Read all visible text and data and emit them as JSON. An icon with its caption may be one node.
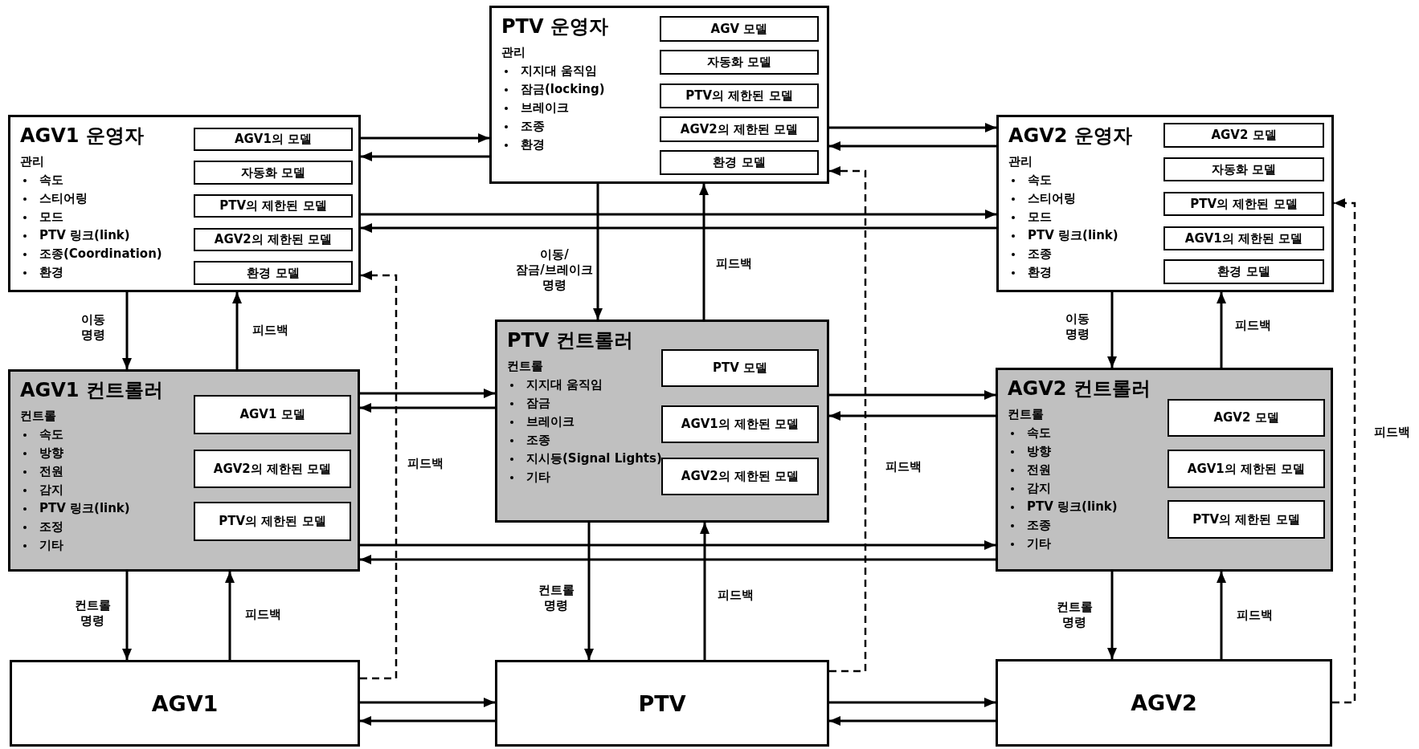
{
  "diagram": {
    "nodes": [
      {
        "text": [
          "PTV 운영자",
          "관리",
          "지지대 움직임",
          "잠금(locking)",
          "브레이크",
          "조종",
          "환경"
        ]
      },
      {
        "text": [
          "AGV 모델"
        ],
        "in": 0
      },
      {
        "text": [
          "자동화 모델"
        ],
        "in": 0
      },
      {
        "text": [
          "PTV의 제한된 모델"
        ],
        "in": 0
      },
      {
        "text": [
          "AGV2의 제한된 모델"
        ],
        "in": 0
      },
      {
        "text": [
          "환경 모델"
        ],
        "in": 0
      },
      {
        "text": [
          "AGV1 운영자",
          "관리",
          "속도",
          "스티어링",
          "모드",
          "PTV 링크(link)",
          "조종(Coordination)",
          "환경"
        ]
      },
      {
        "text": [
          "AGV1의 모델"
        ],
        "in": 6
      },
      {
        "text": [
          "자동화 모델"
        ],
        "in": 6
      },
      {
        "text": [
          "PTV의 제한된 모델"
        ],
        "in": 6
      },
      {
        "text": [
          "AGV2의 제한된 모델"
        ],
        "in": 6
      },
      {
        "text": [
          "환경 모델"
        ],
        "in": 6
      },
      {
        "text": [
          "AGV2 운영자",
          "관리",
          "속도",
          "스티어링",
          "모드",
          "PTV 링크(link)",
          "조종",
          "환경"
        ]
      },
      {
        "text": [
          "AGV2 모델"
        ],
        "in": 12
      },
      {
        "text": [
          "자동화 모델"
        ],
        "in": 12
      },
      {
        "text": [
          "PTV의 제한된 모델"
        ],
        "in": 12
      },
      {
        "text": [
          "AGV1의 제한된 모델"
        ],
        "in": 12
      },
      {
        "text": [
          "환경 모델"
        ],
        "in": 12
      },
      {
        "text": [
          "PTV 컨트롤러",
          "컨트롤",
          "지지대 움직임",
          "잠금",
          "브레이크",
          "조종",
          "지시등(Signal Lights)",
          "기타"
        ]
      },
      {
        "text": [
          "PTV 모델"
        ],
        "in": 18
      },
      {
        "text": [
          "AGV1의 제한된 모델"
        ],
        "in": 18
      },
      {
        "text": [
          "AGV2의 제한된 모델"
        ],
        "in": 18
      },
      {
        "text": [
          "AGV1 컨트롤러",
          "컨트롤",
          "속도",
          "방향",
          "전원",
          "감지",
          "PTV 링크(link)",
          "조정",
          "기타"
        ]
      },
      {
        "text": [
          "AGV1 모델"
        ],
        "in": 22
      },
      {
        "text": [
          "AGV2의 제한된 모델"
        ],
        "in": 22
      },
      {
        "text": [
          "PTV의 제한된 모델"
        ],
        "in": 22
      },
      {
        "text": [
          "AGV2 컨트롤러",
          "컨트롤",
          "속도",
          "방향",
          "전원",
          "감지",
          "PTV 링크(link)",
          "조종",
          "기타"
        ]
      },
      {
        "text": [
          "AGV2 모델"
        ],
        "in": 26
      },
      {
        "text": [
          "AGV1의 제한된 모델"
        ],
        "in": 26
      },
      {
        "text": [
          "PTV의 제한된 모델"
        ],
        "in": 26
      },
      {
        "text": [
          "AGV1"
        ]
      },
      {
        "text": [
          "PTV"
        ]
      },
      {
        "text": [
          "AGV2"
        ]
      }
    ],
    "edges": [
      {
        "from": 6,
        "to": 0,
        "arrow": "to"
      },
      {
        "from": 0,
        "to": 6,
        "arrow": "to"
      },
      {
        "from": 0,
        "to": 12,
        "arrow": "to"
      },
      {
        "from": 12,
        "to": 0,
        "arrow": "to"
      },
      {
        "from": 6,
        "to": 12,
        "arrow": "to"
      },
      {
        "from": 12,
        "to": 6,
        "arrow": "to"
      },
      {
        "from": 6,
        "to": 22,
        "arrow": "to",
        "label": "이동 명령"
      },
      {
        "from": 22,
        "to": 6,
        "arrow": "to",
        "label": "피드백"
      },
      {
        "from": 0,
        "to": 18,
        "arrow": "to",
        "label": "이동/ 잠금/브레이크 명령"
      },
      {
        "from": 18,
        "to": 0,
        "arrow": "to",
        "label": "피드백"
      },
      {
        "from": 12,
        "to": 26,
        "arrow": "to",
        "label": "이동 명령"
      },
      {
        "from": 26,
        "to": 12,
        "arrow": "to",
        "label": "피드백"
      },
      {
        "from": 22,
        "to": 18,
        "arrow": "to"
      },
      {
        "from": 18,
        "to": 22,
        "arrow": "to"
      },
      {
        "from": 18,
        "to": 26,
        "arrow": "to"
      },
      {
        "from": 26,
        "to": 18,
        "arrow": "to"
      },
      {
        "from": 22,
        "to": 26,
        "arrow": "to"
      },
      {
        "from": 26,
        "to": 22,
        "arrow": "to"
      },
      {
        "from": 22,
        "to": 30,
        "arrow": "to",
        "label": "컨트롤 명령"
      },
      {
        "from": 30,
        "to": 22,
        "arrow": "to",
        "label": "피드백"
      },
      {
        "from": 18,
        "to": 31,
        "arrow": "to",
        "label": "컨트롤 명령"
      },
      {
        "from": 31,
        "to": 18,
        "arrow": "to",
        "label": "피드백"
      },
      {
        "from": 26,
        "to": 32,
        "arrow": "to",
        "label": "컨트롤 명령"
      },
      {
        "from": 32,
        "to": 26,
        "arrow": "to",
        "label": "피드백"
      },
      {
        "from": 30,
        "to": 31,
        "arrow": "to"
      },
      {
        "from": 31,
        "to": 30,
        "arrow": "to"
      },
      {
        "from": 31,
        "to": 32,
        "arrow": "to"
      },
      {
        "from": 32,
        "to": 31,
        "arrow": "to"
      },
      {
        "from": 30,
        "to": 6,
        "arrow": "to",
        "style": "dashed",
        "label": "피드백"
      },
      {
        "from": 31,
        "to": 0,
        "arrow": "to",
        "style": "dashed",
        "label": "피드백"
      },
      {
        "from": 32,
        "to": 12,
        "arrow": "to",
        "style": "dashed",
        "label": "피드백"
      }
    ]
  }
}
